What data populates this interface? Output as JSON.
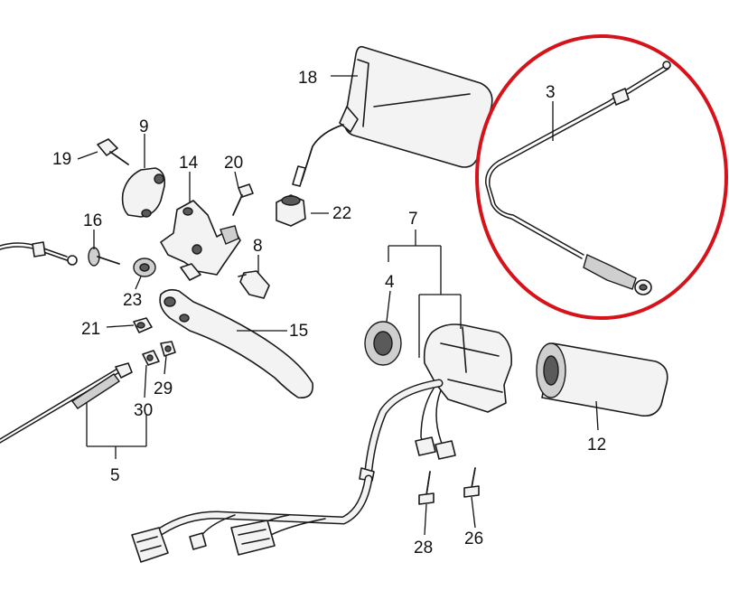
{
  "diagram": {
    "highlight_color": "#d6131b",
    "line_color": "#1a1a1a",
    "callouts": [
      {
        "id": "c3",
        "label": "3"
      },
      {
        "id": "c4",
        "label": "4"
      },
      {
        "id": "c5",
        "label": "5"
      },
      {
        "id": "c7",
        "label": "7"
      },
      {
        "id": "c8",
        "label": "8"
      },
      {
        "id": "c9",
        "label": "9"
      },
      {
        "id": "c12",
        "label": "12"
      },
      {
        "id": "c14",
        "label": "14"
      },
      {
        "id": "c15",
        "label": "15"
      },
      {
        "id": "c16",
        "label": "16"
      },
      {
        "id": "c18",
        "label": "18"
      },
      {
        "id": "c19",
        "label": "19"
      },
      {
        "id": "c20",
        "label": "20"
      },
      {
        "id": "c21",
        "label": "21"
      },
      {
        "id": "c22",
        "label": "22"
      },
      {
        "id": "c23",
        "label": "23"
      },
      {
        "id": "c26",
        "label": "26"
      },
      {
        "id": "c28",
        "label": "28"
      },
      {
        "id": "c29",
        "label": "29"
      },
      {
        "id": "c30",
        "label": "30"
      }
    ]
  }
}
